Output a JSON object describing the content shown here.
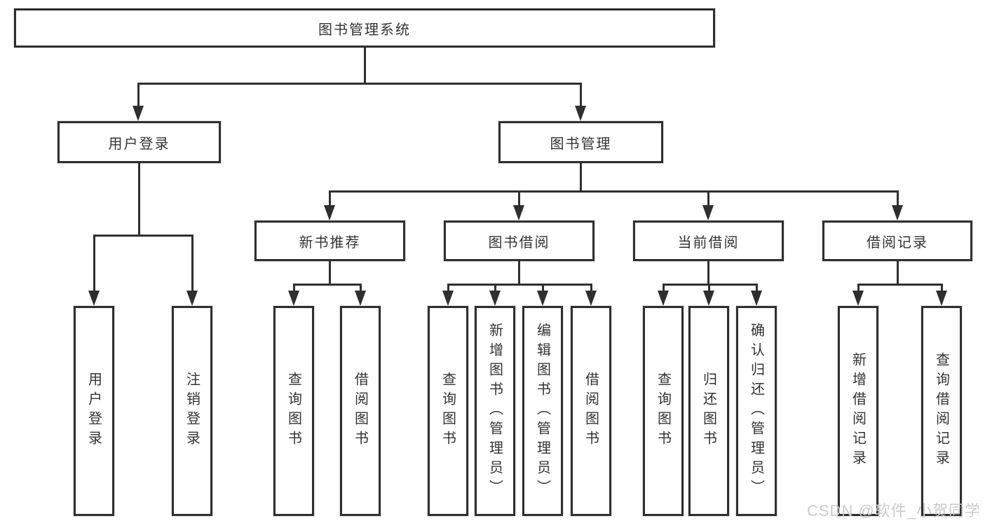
{
  "diagram": {
    "root": {
      "label": "图书管理系统"
    },
    "level2": [
      {
        "label": "用户登录"
      },
      {
        "label": "图书管理"
      }
    ],
    "level3": [
      {
        "label": "新书推荐"
      },
      {
        "label": "图书借阅"
      },
      {
        "label": "当前借阅"
      },
      {
        "label": "借阅记录"
      }
    ],
    "leaves": {
      "user_login": [
        {
          "label": "用户登录"
        },
        {
          "label": "注销登录"
        }
      ],
      "new_book": [
        {
          "label": "查询图书"
        },
        {
          "label": "借阅图书"
        }
      ],
      "book_borrow": [
        {
          "label": "查询图书"
        },
        {
          "label": "新增图书（管理员）"
        },
        {
          "label": "编辑图书（管理员）"
        },
        {
          "label": "借阅图书"
        }
      ],
      "current_borrow": [
        {
          "label": "查询图书"
        },
        {
          "label": "归还图书"
        },
        {
          "label": "确认归还（管理员）"
        }
      ],
      "borrow_records": [
        {
          "label": "新增借阅记录"
        },
        {
          "label": "查询借阅记录"
        }
      ]
    }
  },
  "watermark": {
    "text": "CSDN @软件_小贺同学"
  },
  "colors": {
    "line": "#2f2f2f",
    "text": "#333333",
    "box_bg": "#ffffff",
    "watermark": "#c9c9c9"
  }
}
